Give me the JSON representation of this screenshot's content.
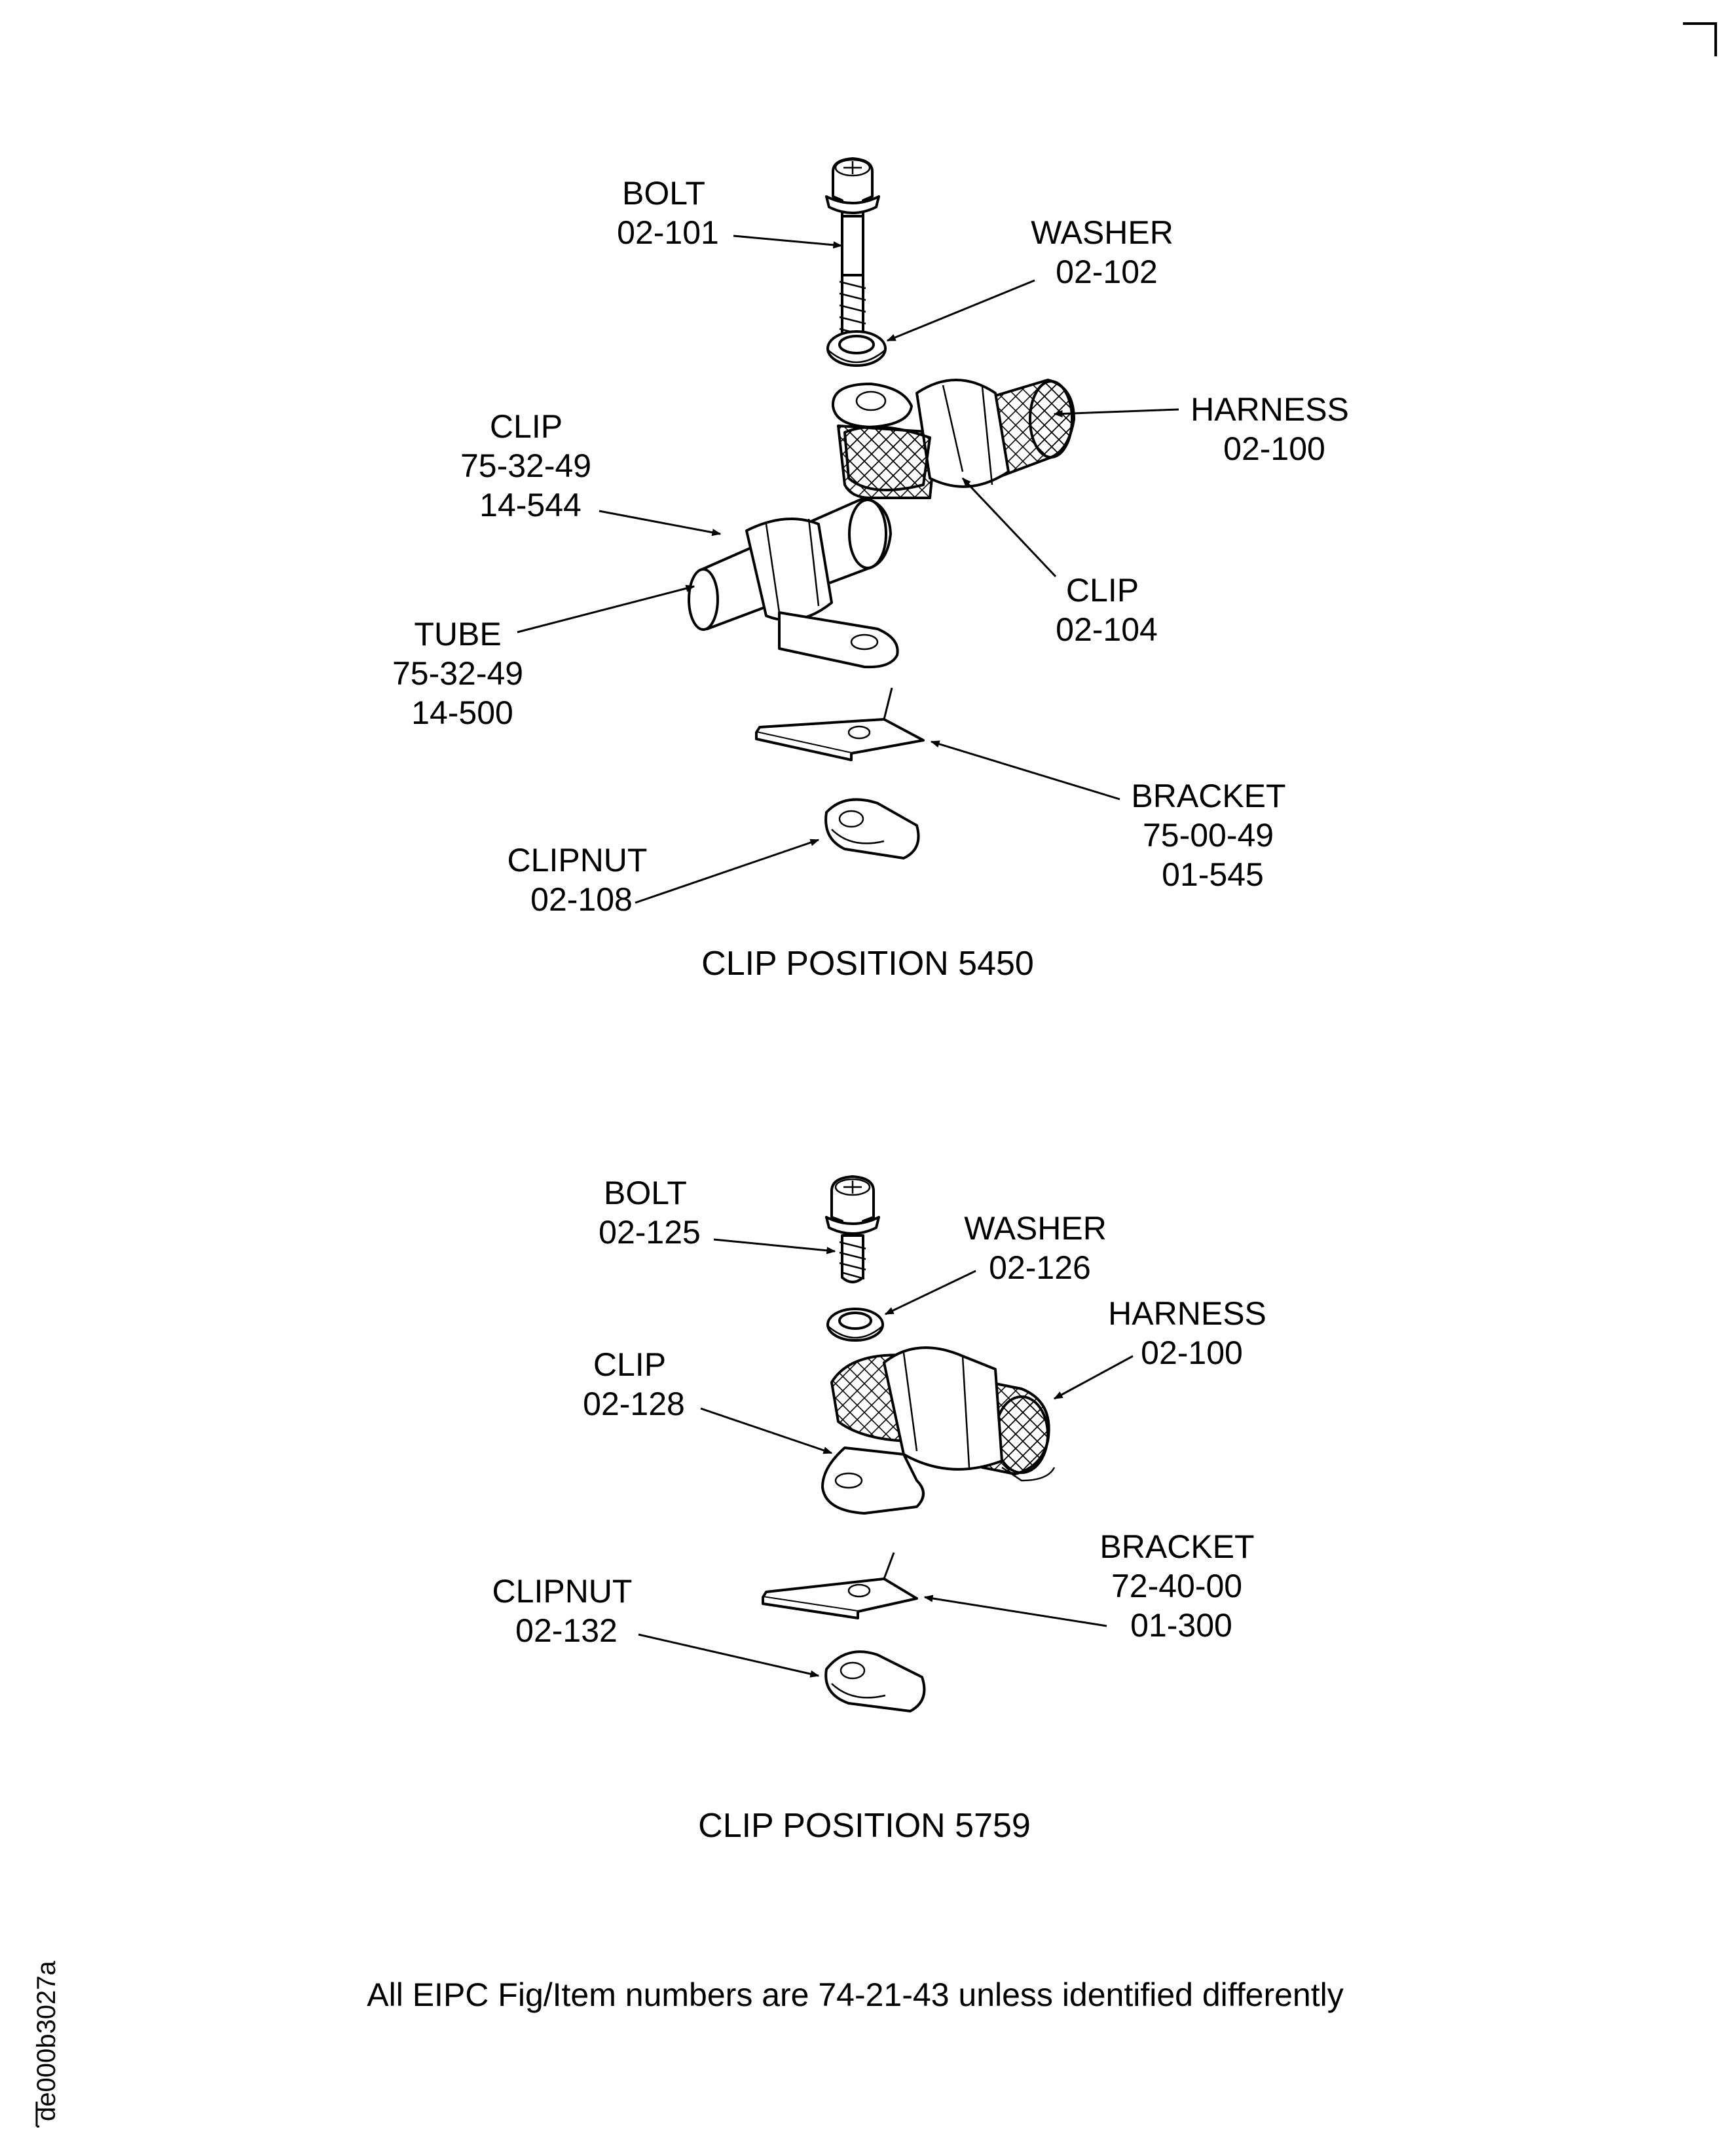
{
  "figure_id": "de000b3027a",
  "footer_note": "All EIPC Fig/Item numbers are 74-21-43 unless identified differently",
  "assemblies": [
    {
      "caption": "CLIP POSITION 5450",
      "labels": {
        "bolt": [
          "BOLT",
          "02-101"
        ],
        "washer": [
          "WASHER",
          "02-102"
        ],
        "harness": [
          "HARNESS",
          "02-100"
        ],
        "clip_a": [
          "CLIP",
          "75-32-49",
          "14-544"
        ],
        "clip_b": [
          "CLIP",
          "02-104"
        ],
        "tube": [
          "TUBE",
          "75-32-49",
          "14-500"
        ],
        "bracket": [
          "BRACKET",
          "75-00-49",
          "01-545"
        ],
        "clipnut": [
          "CLIPNUT",
          "02-108"
        ]
      }
    },
    {
      "caption": "CLIP POSITION 5759",
      "labels": {
        "bolt": [
          "BOLT",
          "02-125"
        ],
        "washer": [
          "WASHER",
          "02-126"
        ],
        "harness": [
          "HARNESS",
          "02-100"
        ],
        "clip": [
          "CLIP",
          "02-128"
        ],
        "bracket": [
          "BRACKET",
          "72-40-00",
          "01-300"
        ],
        "clipnut": [
          "CLIPNUT",
          "02-132"
        ]
      }
    }
  ]
}
